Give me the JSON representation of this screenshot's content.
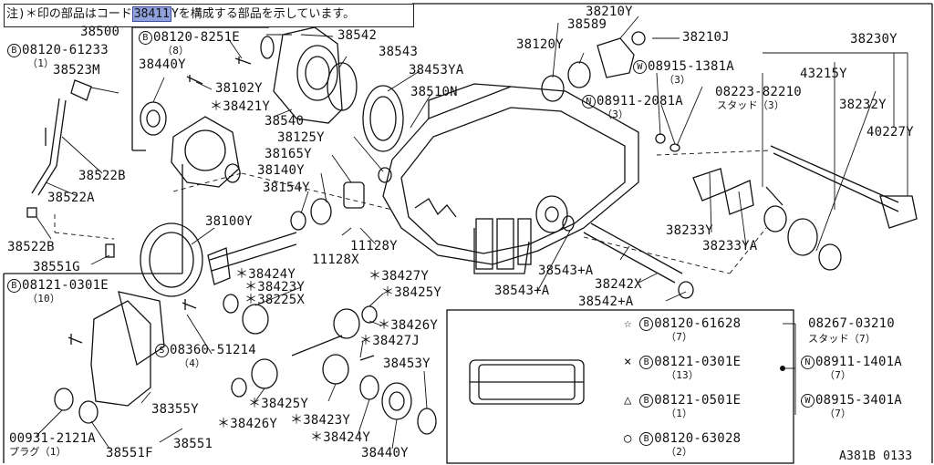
{
  "note": {
    "prefix": "注)＊印の部品はコード",
    "code": "38411",
    "suffix": "Yを構成する部品を示しています。"
  },
  "part_labels": [
    {
      "id": "38500",
      "text": "38500"
    },
    {
      "id": "38542",
      "text": "38542"
    },
    {
      "id": "38543",
      "text": "38543"
    },
    {
      "id": "38453YA",
      "text": "38453YA"
    },
    {
      "id": "38510N",
      "text": "38510N"
    },
    {
      "id": "38589",
      "text": "38589"
    },
    {
      "id": "38210Y",
      "text": "38210Y"
    },
    {
      "id": "38210J",
      "text": "38210J"
    },
    {
      "id": "38120Y",
      "text": "38120Y"
    },
    {
      "id": "38230Y",
      "text": "38230Y"
    },
    {
      "id": "43215Y",
      "text": "43215Y"
    },
    {
      "id": "38232Y",
      "text": "38232Y"
    },
    {
      "id": "40227Y",
      "text": "40227Y"
    },
    {
      "id": "38523M",
      "text": "38523M"
    },
    {
      "id": "38440Y_top",
      "text": "38440Y"
    },
    {
      "id": "38102Y",
      "text": "38102Y"
    },
    {
      "id": "38421Y",
      "text": "＊38421Y"
    },
    {
      "id": "38540",
      "text": "38540"
    },
    {
      "id": "38125Y",
      "text": "38125Y"
    },
    {
      "id": "38165Y",
      "text": "38165Y"
    },
    {
      "id": "38140Y",
      "text": "38140Y"
    },
    {
      "id": "38154Y",
      "text": "38154Y"
    },
    {
      "id": "38522B_top",
      "text": "38522B"
    },
    {
      "id": "38522A",
      "text": "38522A"
    },
    {
      "id": "38522B",
      "text": "38522B"
    },
    {
      "id": "38551G",
      "text": "38551G"
    },
    {
      "id": "38100Y",
      "text": "38100Y"
    },
    {
      "id": "11128X",
      "text": "11128X"
    },
    {
      "id": "11128Y",
      "text": "11128Y"
    },
    {
      "id": "38233Y",
      "text": "38233Y"
    },
    {
      "id": "38233YA",
      "text": "38233YA"
    },
    {
      "id": "38543A_1",
      "text": "38543+A"
    },
    {
      "id": "38543A_2",
      "text": "38543+A"
    },
    {
      "id": "38242X",
      "text": "38242X"
    },
    {
      "id": "38542A",
      "text": "38542+A"
    },
    {
      "id": "38424Y_top",
      "text": "＊38424Y"
    },
    {
      "id": "38423Y_top",
      "text": "＊38423Y"
    },
    {
      "id": "38225X",
      "text": "＊38225X"
    },
    {
      "id": "38427Y",
      "text": "＊38427Y"
    },
    {
      "id": "38425Y_top",
      "text": "＊38425Y"
    },
    {
      "id": "38426Y_top",
      "text": "＊38426Y"
    },
    {
      "id": "38427J",
      "text": "＊38427J"
    },
    {
      "id": "38453Y",
      "text": "38453Y"
    },
    {
      "id": "38425Y_bot",
      "text": "＊38425Y"
    },
    {
      "id": "38426Y_bot",
      "text": "＊38426Y"
    },
    {
      "id": "38423Y_bot",
      "text": "＊38423Y"
    },
    {
      "id": "38424Y_bot",
      "text": "＊38424Y"
    },
    {
      "id": "38440Y_bot",
      "text": "38440Y"
    },
    {
      "id": "38355Y",
      "text": "38355Y"
    },
    {
      "id": "38551",
      "text": "38551"
    },
    {
      "id": "38551F",
      "text": "38551F"
    },
    {
      "id": "00931",
      "text": "00931-2121A"
    }
  ],
  "fastener_labels": [
    {
      "id": "b08120_61233",
      "sym": "B",
      "text": "08120-61233",
      "qty": "（1）"
    },
    {
      "id": "b08120_8251E",
      "sym": "B",
      "text": "08120-8251E",
      "qty": "（8）"
    },
    {
      "id": "w08915_1381A",
      "sym": "W",
      "text": "08915-1381A",
      "qty": "（3）"
    },
    {
      "id": "n08911_2081A",
      "sym": "N",
      "text": "08911-2081A",
      "qty": "（3）"
    },
    {
      "id": "b08121_0301E",
      "sym": "B",
      "text": "08121-0301E",
      "qty": "（10）"
    },
    {
      "id": "s08360_51214",
      "sym": "S",
      "text": "08360-51214",
      "qty": "（4）"
    }
  ],
  "stud": {
    "part": "08223-82210",
    "caption": "スタッド（3）"
  },
  "plug_caption": "プラグ（1）",
  "legend": [
    {
      "mark": "☆",
      "sym": "B",
      "part": "08120-61628",
      "qty": "（7）"
    },
    {
      "mark": "×",
      "sym": "B",
      "part": "08121-0301E",
      "qty": "（13）"
    },
    {
      "mark": "△",
      "sym": "B",
      "part": "08121-0501E",
      "qty": "（1）"
    },
    {
      "mark": "○",
      "sym": "B",
      "part": "08120-63028",
      "qty": "（2）"
    }
  ],
  "legend_right": {
    "stud_part": "08267-03210",
    "stud_caption": "スタッド（7）",
    "n_part": "08911-1401A",
    "n_qty": "（7）",
    "w_part": "08915-3401A",
    "w_qty": "（7）"
  },
  "diagram_code": "A381B 0133"
}
